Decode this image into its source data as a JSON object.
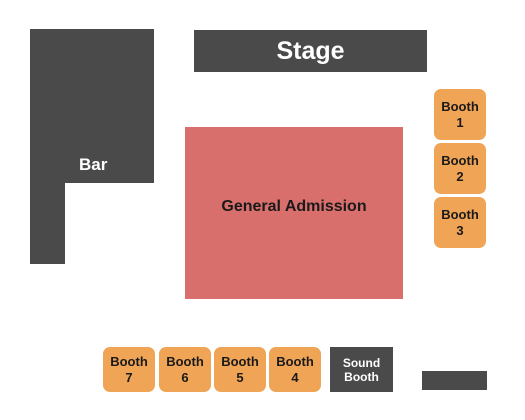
{
  "venue_map": {
    "bar": {
      "label": "Bar",
      "color": "#4a4a4a"
    },
    "stage": {
      "label": "Stage",
      "color": "#4a4a4a"
    },
    "general_admission": {
      "label": "General Admission",
      "color": "#d86f6d"
    },
    "booth_color": "#f0a455",
    "booths": [
      {
        "line1": "Booth",
        "line2": "1"
      },
      {
        "line1": "Booth",
        "line2": "2"
      },
      {
        "line1": "Booth",
        "line2": "3"
      },
      {
        "line1": "Booth",
        "line2": "4"
      },
      {
        "line1": "Booth",
        "line2": "5"
      },
      {
        "line1": "Booth",
        "line2": "6"
      },
      {
        "line1": "Booth",
        "line2": "7"
      }
    ],
    "sound_booth": {
      "line1": "Sound",
      "line2": "Booth",
      "color": "#4a4a4a"
    }
  }
}
